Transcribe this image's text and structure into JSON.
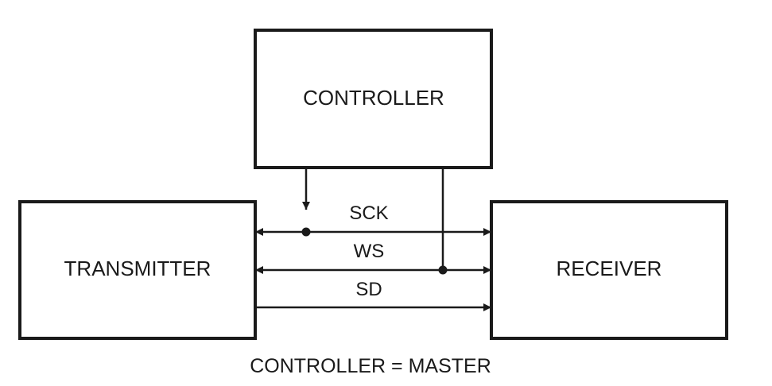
{
  "blocks": {
    "controller": "CONTROLLER",
    "transmitter": "TRANSMITTER",
    "receiver": "RECEIVER"
  },
  "signals": {
    "sck": "SCK",
    "ws": "WS",
    "sd": "SD"
  },
  "caption": "CONTROLLER = MASTER"
}
